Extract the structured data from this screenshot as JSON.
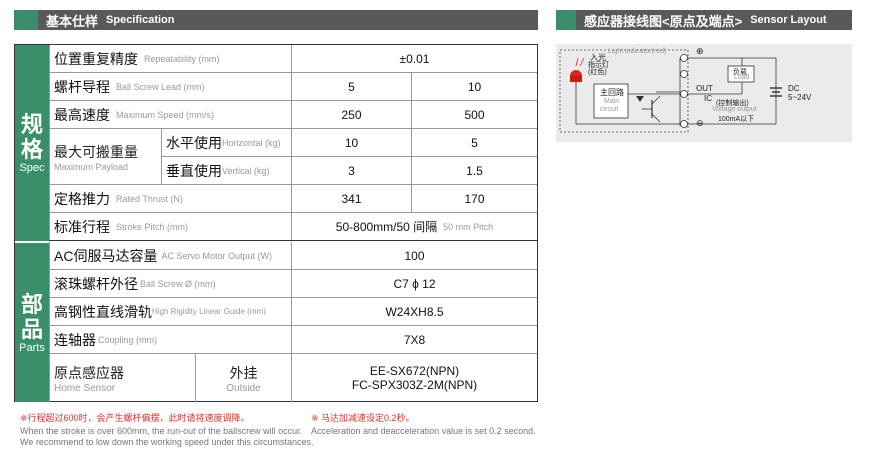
{
  "header_spec": {
    "zh": "基本仕样",
    "en": "Specification"
  },
  "header_sensor": {
    "zh": "感应器接线图<原点及端点>",
    "en": "Sensor Layout"
  },
  "spec_group": {
    "zh1": "规",
    "zh2": "格",
    "en": "Spec"
  },
  "parts_group": {
    "zh1": "部",
    "zh2": "品",
    "en": "Parts"
  },
  "rows": {
    "repeat": {
      "zh": "位置重复精度",
      "en": "Repeatability (mm)",
      "v": "±0.01"
    },
    "lead": {
      "zh": "螺杆导程",
      "en": "Ball Screw Lead (mm)",
      "v1": "5",
      "v2": "10"
    },
    "speed": {
      "zh": "最高速度",
      "en": "Maximum Speed (mm/s)",
      "v1": "250",
      "v2": "500"
    },
    "payload": {
      "zh": "最大可搬重量",
      "en": "Maximum Payload",
      "h_zh": "水平使用",
      "h_en": "Horizontal (kg)",
      "h1": "10",
      "h2": "5",
      "v_zh": "垂直使用",
      "v_en": "Vertical (kg)",
      "v1": "3",
      "v2": "1.5"
    },
    "thrust": {
      "zh": "定格推力",
      "en": "Rated Thrust (N)",
      "v1": "341",
      "v2": "170"
    },
    "stroke": {
      "zh": "标准行程",
      "en": "Stroke Pitch (mm)",
      "v_main": "50-800mm/50 间隔",
      "v_sub": "50 mm Pitch"
    },
    "motor": {
      "zh": "AC伺服马达容量",
      "en": "AC Servo Motor Output (W)",
      "v": "100"
    },
    "screw": {
      "zh": "滚珠螺杆外径",
      "en": "Ball Screw Ø (mm)",
      "v": "C7 ϕ 12"
    },
    "guide": {
      "zh": "高钢性直线滑轨",
      "en": "High Rigidity Linear Guide (mm)",
      "v": "W24XH8.5"
    },
    "coupling": {
      "zh": "连轴器",
      "en": "Coupling (mm)",
      "v": "7X8"
    },
    "home": {
      "zh": "原点感应器",
      "en": "Home Sensor",
      "o_zh": "外挂",
      "o_en": "Outside",
      "v1": "EE-SX672(NPN)",
      "v2": "FC-SPX303Z-2M(NPN)"
    }
  },
  "notes": {
    "left_red": "※行程超过600时，会产生螺杆偏摆，此时请将速度调降。",
    "left_1": "When the stroke is over 600mm, the run-out of the ballscrew will occur.",
    "left_2": "We recommend to low down the working speed under this circumstances.",
    "right_red": "※ 马达加减速设定0.2秒。",
    "right_1": "Acceleration and deacceleration value is set 0.2 second."
  },
  "sensor": {
    "light_indicator": "Light indicator(red)",
    "zh_light_1": "入光",
    "zh_light_2": "指示灯",
    "zh_light_3": "(红色)",
    "main_zh": "主回路",
    "main_en1": "Main",
    "main_en2": "circuit",
    "load_zh": "负载",
    "load_en": "Load",
    "out": "OUT",
    "ic": "IC",
    "ctrl_zh": "(控制输出)",
    "voltage": "Voltage output",
    "current": "100mA以下",
    "dc": "DC",
    "dc_v": "5~24V",
    "plus": "⊕",
    "minus": "⊖"
  }
}
